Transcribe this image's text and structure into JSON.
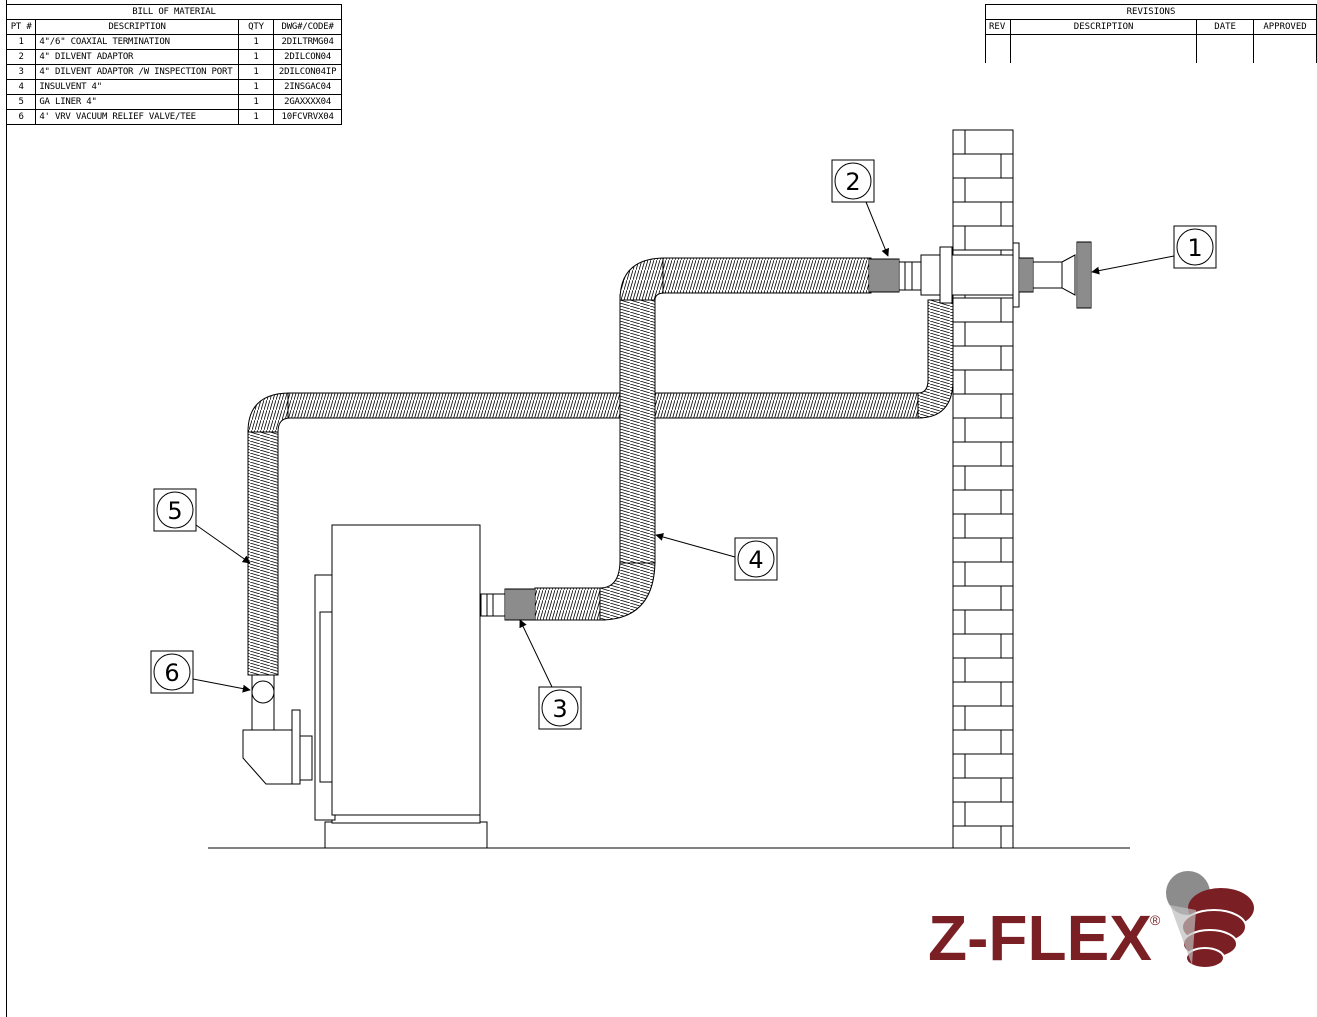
{
  "bom": {
    "title": "BILL OF MATERIAL",
    "headers": [
      "PT #",
      "DESCRIPTION",
      "QTY",
      "DWG#/CODE#"
    ],
    "rows": [
      [
        "1",
        "4\"/6\" COAXIAL TERMINATION",
        "1",
        "2DILTRMG04"
      ],
      [
        "2",
        "4\" DILVENT ADAPTOR",
        "1",
        "2DILCON04"
      ],
      [
        "3",
        "4\" DILVENT ADAPTOR /W INSPECTION PORT",
        "1",
        "2DILCON04IP"
      ],
      [
        "4",
        "INSULVENT 4\"",
        "1",
        "2INSGAC04"
      ],
      [
        "5",
        "GA LINER 4\"",
        "1",
        "2GAXXXX04"
      ],
      [
        "6",
        "4' VRV VACUUM RELIEF VALVE/TEE",
        "1",
        "10FCVRVX04"
      ]
    ]
  },
  "revisions": {
    "title": "REVISIONS",
    "headers": [
      "REV",
      "DESCRIPTION",
      "DATE",
      "APPROVED"
    ]
  },
  "callouts": [
    "1",
    "2",
    "3",
    "4",
    "5",
    "6"
  ],
  "logo": {
    "text": "Z-FLEX",
    "mark": "®",
    "color": "#7a1f24",
    "accent_gray": "#8c8c8c"
  }
}
